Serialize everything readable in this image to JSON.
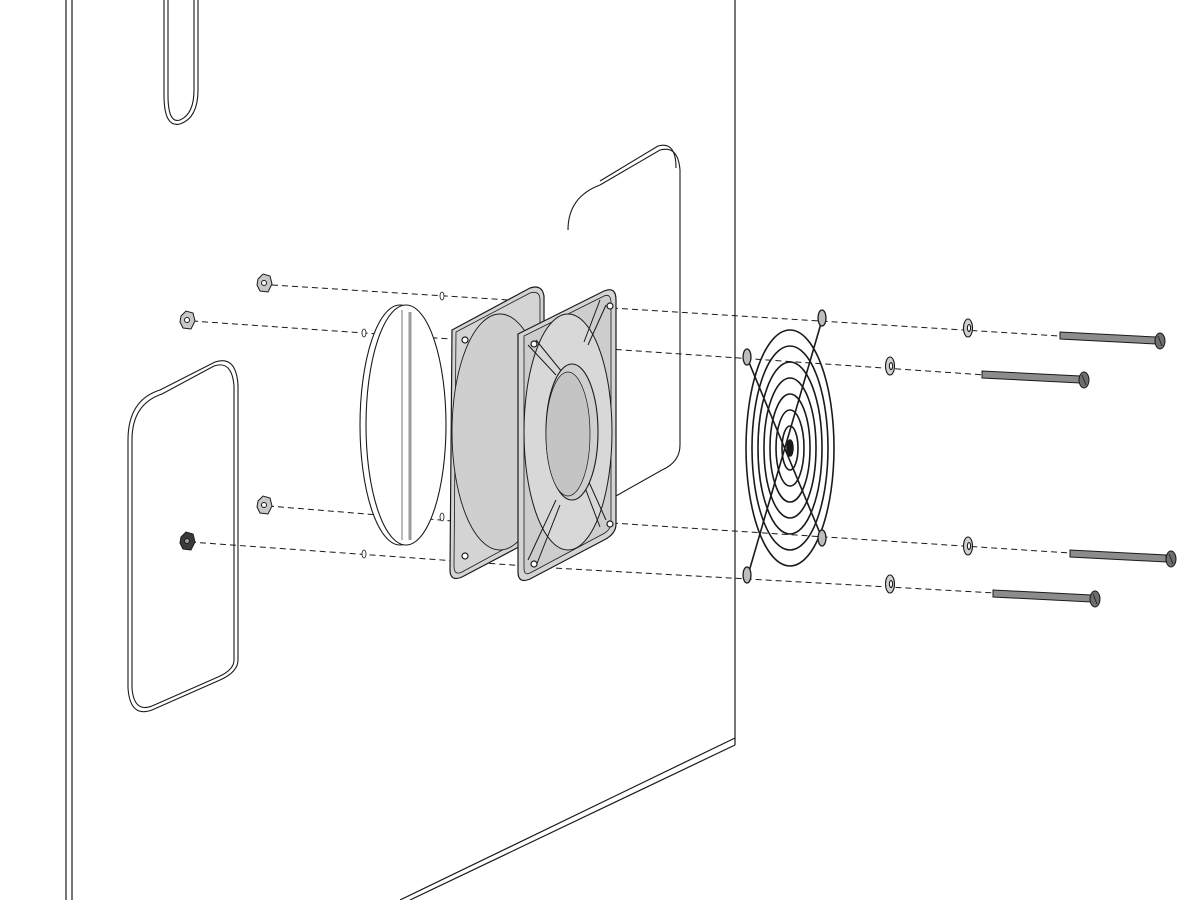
{
  "diagram": {
    "kind": "exploded-assembly",
    "line_color": "#1a1a1a",
    "part_fill": "#d4d4d4",
    "part_shade": "#9a9a9a",
    "screw_fill": "#8c8c8c",
    "background": "#ffffff",
    "parts": [
      "panel",
      "cutout",
      "hex-nut",
      "filter-disc",
      "fan",
      "fan-guard",
      "washer",
      "screw"
    ]
  }
}
